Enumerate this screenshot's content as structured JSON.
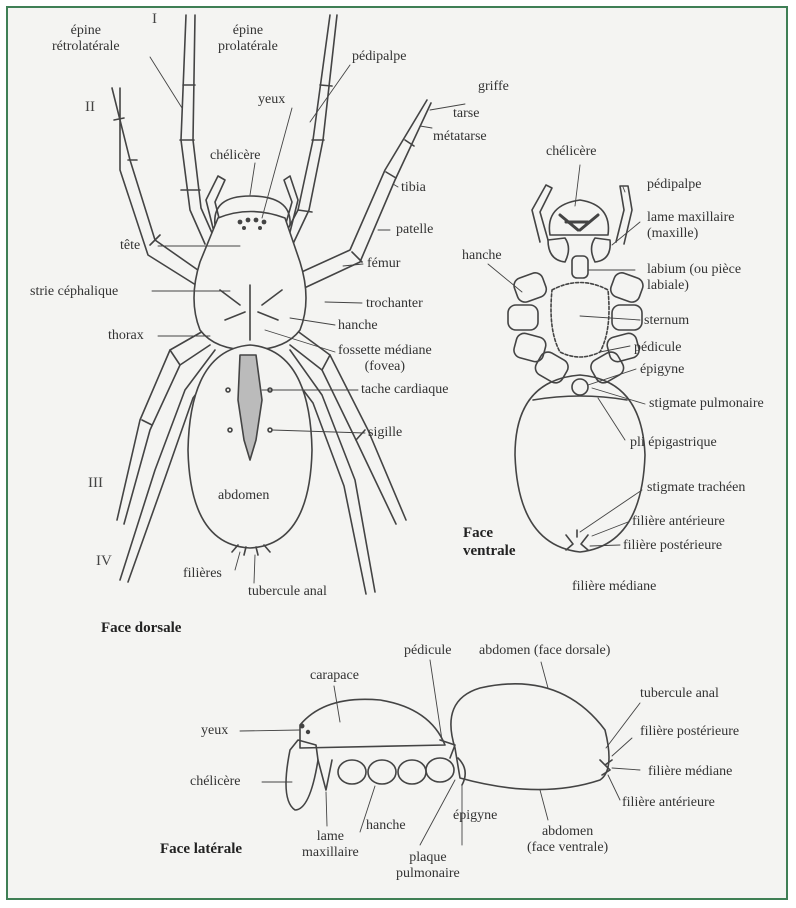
{
  "views": {
    "dorsal": {
      "title": "Face dorsale",
      "legs": [
        "I",
        "II",
        "III",
        "IV"
      ],
      "labels": {
        "epine_retro": "épine\nrétrolatérale",
        "epine_pro": "épine\nprolatérale",
        "pedipalpe": "pédipalpe",
        "griffe": "griffe",
        "yeux": "yeux",
        "tarse": "tarse",
        "metatarse": "métatarse",
        "chelicere": "chélicère",
        "tibia": "tibia",
        "patelle": "patelle",
        "tete": "tête",
        "femur": "fémur",
        "strie": "strie céphalique",
        "trochanter": "trochanter",
        "thorax": "thorax",
        "hanche": "hanche",
        "fossette": "fossette médiane\n(fovea)",
        "tache": "tache cardiaque",
        "sigille": "sigille",
        "abdomen": "abdomen",
        "filieres": "filières",
        "tubercule": "tubercule anal"
      }
    },
    "ventral": {
      "title": "Face\nventrale",
      "labels": {
        "chelicere": "chélicère",
        "pedipalpe": "pédipalpe",
        "lame": "lame maxillaire\n(maxille)",
        "hanche": "hanche",
        "labium": "labium (ou pièce\nlabiale)",
        "sternum": "sternum",
        "pedicule": "pédicule",
        "epigyne": "épigyne",
        "stigmate_pulm": "stigmate pulmonaire",
        "pli": "pli épigastrique",
        "stigmate_trach": "stigmate trachéen",
        "filiere_ant": "filière antérieure",
        "filiere_post": "filière postérieure",
        "filiere_med": "filière médiane"
      }
    },
    "lateral": {
      "title": "Face latérale",
      "labels": {
        "pedicule": "pédicule",
        "abdomen_dorsal": "abdomen (face dorsale)",
        "carapace": "carapace",
        "tubercule": "tubercule anal",
        "yeux": "yeux",
        "filiere_post": "filière postérieure",
        "chelicere": "chélicère",
        "filiere_med": "filière médiane",
        "filiere_ant": "filière antérieure",
        "hanche": "hanche",
        "epigyne": "épigyne",
        "lame": "lame\nmaxillaire",
        "plaque": "plaque\npulmonaire",
        "abdomen_ventral": "abdomen\n(face ventrale)"
      }
    }
  },
  "colors": {
    "frame": "#3f7f55",
    "ink": "#444444",
    "paper": "#f4f4f2"
  }
}
